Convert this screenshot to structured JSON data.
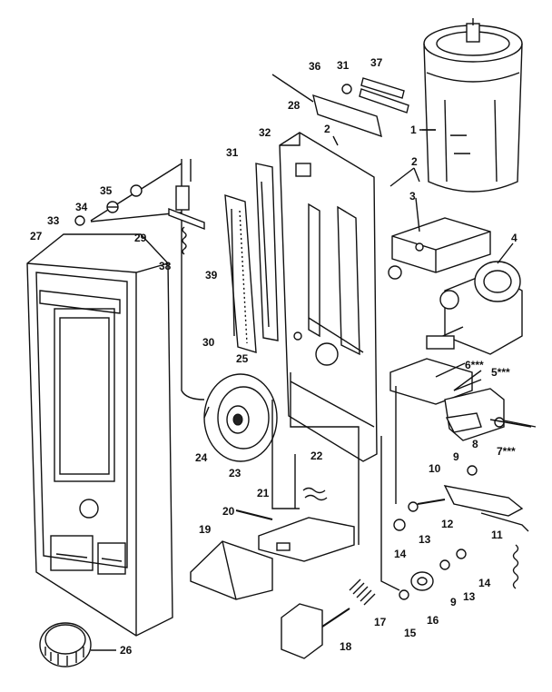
{
  "diagram": {
    "parts": [
      {
        "id": "p1",
        "label": "1"
      },
      {
        "id": "p2a",
        "label": "2"
      },
      {
        "id": "p2b",
        "label": "2"
      },
      {
        "id": "p3",
        "label": "3"
      },
      {
        "id": "p4",
        "label": "4"
      },
      {
        "id": "p5",
        "label": "5***"
      },
      {
        "id": "p6",
        "label": "6***"
      },
      {
        "id": "p7",
        "label": "7***"
      },
      {
        "id": "p8",
        "label": "8"
      },
      {
        "id": "p9a",
        "label": "9"
      },
      {
        "id": "p9b",
        "label": "9"
      },
      {
        "id": "p10",
        "label": "10"
      },
      {
        "id": "p11",
        "label": "11"
      },
      {
        "id": "p12",
        "label": "12"
      },
      {
        "id": "p13a",
        "label": "13"
      },
      {
        "id": "p13b",
        "label": "13"
      },
      {
        "id": "p14a",
        "label": "14"
      },
      {
        "id": "p14b",
        "label": "14"
      },
      {
        "id": "p15",
        "label": "15"
      },
      {
        "id": "p16",
        "label": "16"
      },
      {
        "id": "p17",
        "label": "17"
      },
      {
        "id": "p18",
        "label": "18"
      },
      {
        "id": "p19",
        "label": "19"
      },
      {
        "id": "p20",
        "label": "20"
      },
      {
        "id": "p21",
        "label": "21"
      },
      {
        "id": "p22",
        "label": "22"
      },
      {
        "id": "p23",
        "label": "23"
      },
      {
        "id": "p24",
        "label": "24"
      },
      {
        "id": "p25",
        "label": "25"
      },
      {
        "id": "p26",
        "label": "26"
      },
      {
        "id": "p27",
        "label": "27"
      },
      {
        "id": "p28",
        "label": "28"
      },
      {
        "id": "p29",
        "label": "29"
      },
      {
        "id": "p30",
        "label": "30"
      },
      {
        "id": "p31a",
        "label": "31"
      },
      {
        "id": "p31b",
        "label": "31"
      },
      {
        "id": "p32",
        "label": "32"
      },
      {
        "id": "p33",
        "label": "33"
      },
      {
        "id": "p34",
        "label": "34"
      },
      {
        "id": "p35",
        "label": "35"
      },
      {
        "id": "p36",
        "label": "36"
      },
      {
        "id": "p37",
        "label": "37"
      },
      {
        "id": "p38",
        "label": "38"
      },
      {
        "id": "p39",
        "label": "39"
      }
    ]
  }
}
